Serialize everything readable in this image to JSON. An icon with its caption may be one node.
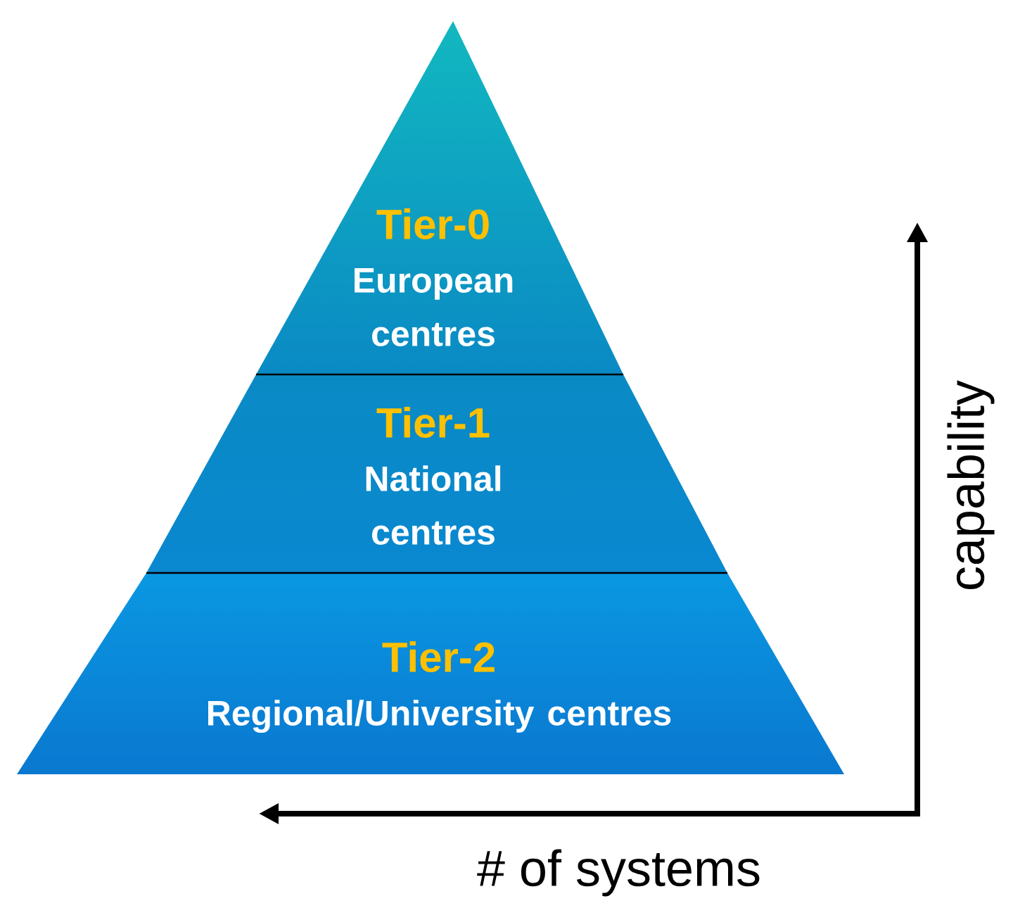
{
  "diagram": {
    "nodes": [
      {
        "text": [
          "Tier-0",
          "European centres"
        ]
      },
      {
        "text": [
          "Tier-1",
          "National centres"
        ]
      },
      {
        "text": [
          "Tier-2",
          "Regional/University centres"
        ]
      }
    ],
    "edges": [],
    "labels": [
      "capability",
      "# of systems"
    ]
  }
}
